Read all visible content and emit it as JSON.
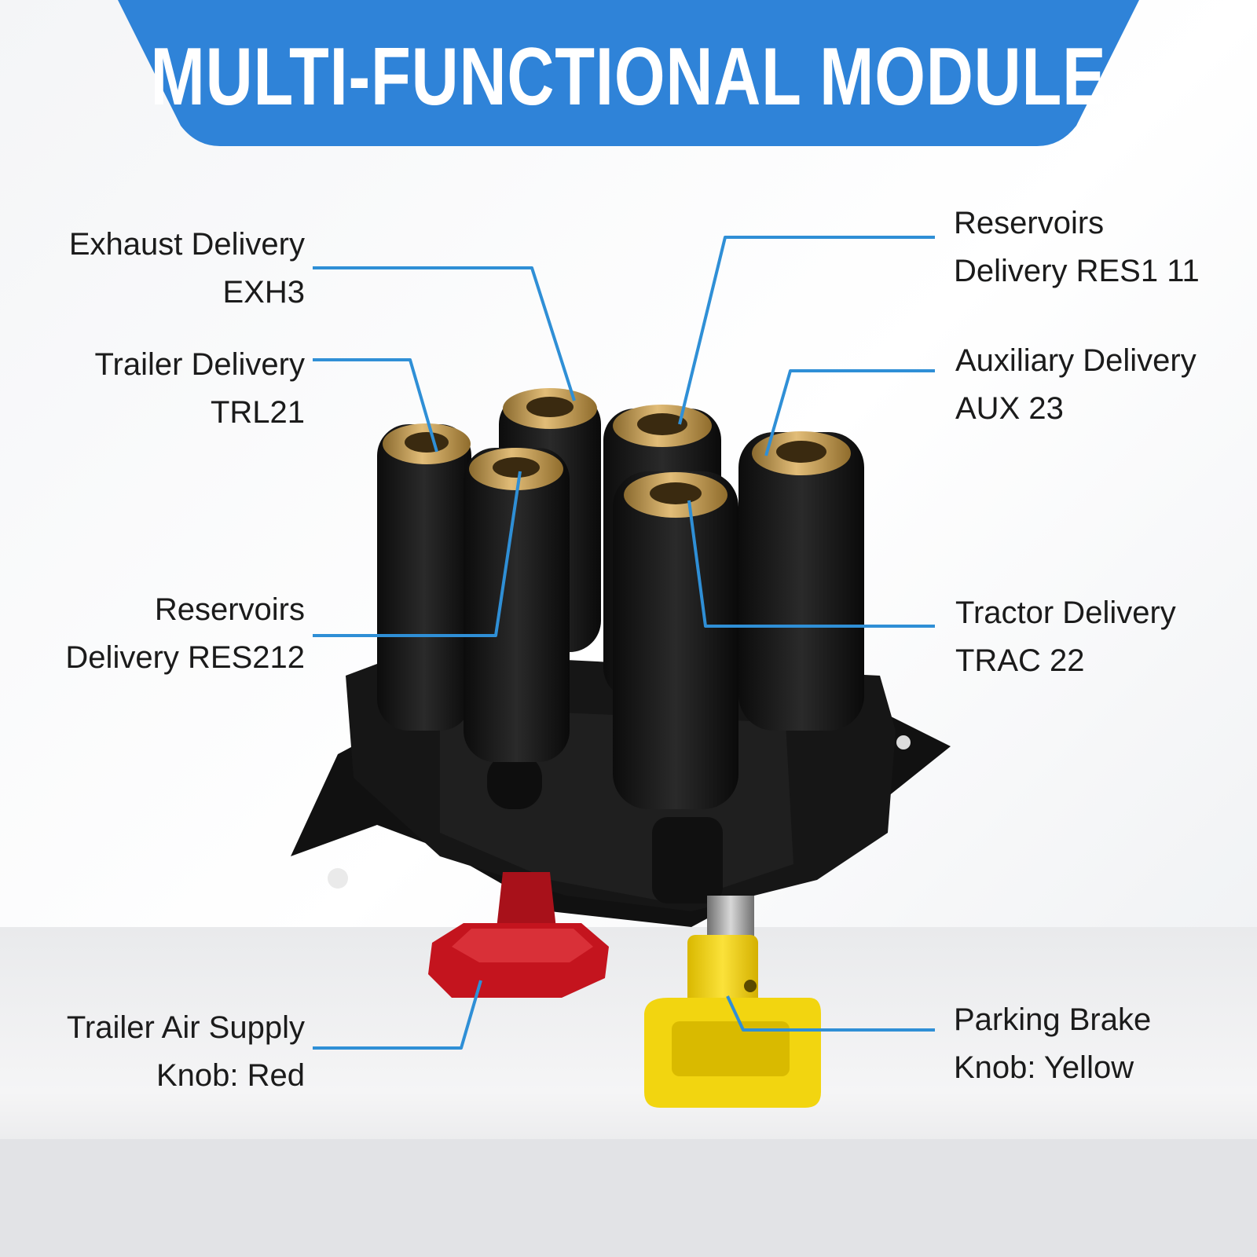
{
  "banner": {
    "title": "MULTI-FUNCTIONAL MODULE",
    "color": "#2f83d8"
  },
  "callouts": [
    {
      "id": "exhaust-delivery",
      "side": "left",
      "line1": "Exhaust Delivery",
      "line2": "EXH3"
    },
    {
      "id": "trailer-delivery",
      "side": "left",
      "line1": "Trailer Delivery",
      "line2": "TRL21"
    },
    {
      "id": "reservoirs-delivery-res2",
      "side": "left",
      "line1": "Reservoirs",
      "line2": "Delivery RES212"
    },
    {
      "id": "trailer-air-supply",
      "side": "left",
      "line1": "Trailer Air Supply",
      "line2": "Knob: Red"
    },
    {
      "id": "reservoirs-delivery-res1",
      "side": "right",
      "line1": "Reservoirs",
      "line2": "Delivery RES1 11"
    },
    {
      "id": "auxiliary-delivery",
      "side": "right",
      "line1": "Auxiliary Delivery",
      "line2": "AUX 23"
    },
    {
      "id": "tractor-delivery",
      "side": "right",
      "line1": "Tractor Delivery",
      "line2": "TRAC 22"
    },
    {
      "id": "parking-brake",
      "side": "right",
      "line1": "Parking Brake",
      "line2": "Knob: Yellow"
    }
  ],
  "colors": {
    "leader_line": "#2f8fd6",
    "module_body": "#141414",
    "brass_fitting": "#c99a50",
    "knob_red": "#c4141e",
    "knob_yellow": "#f2d510"
  }
}
